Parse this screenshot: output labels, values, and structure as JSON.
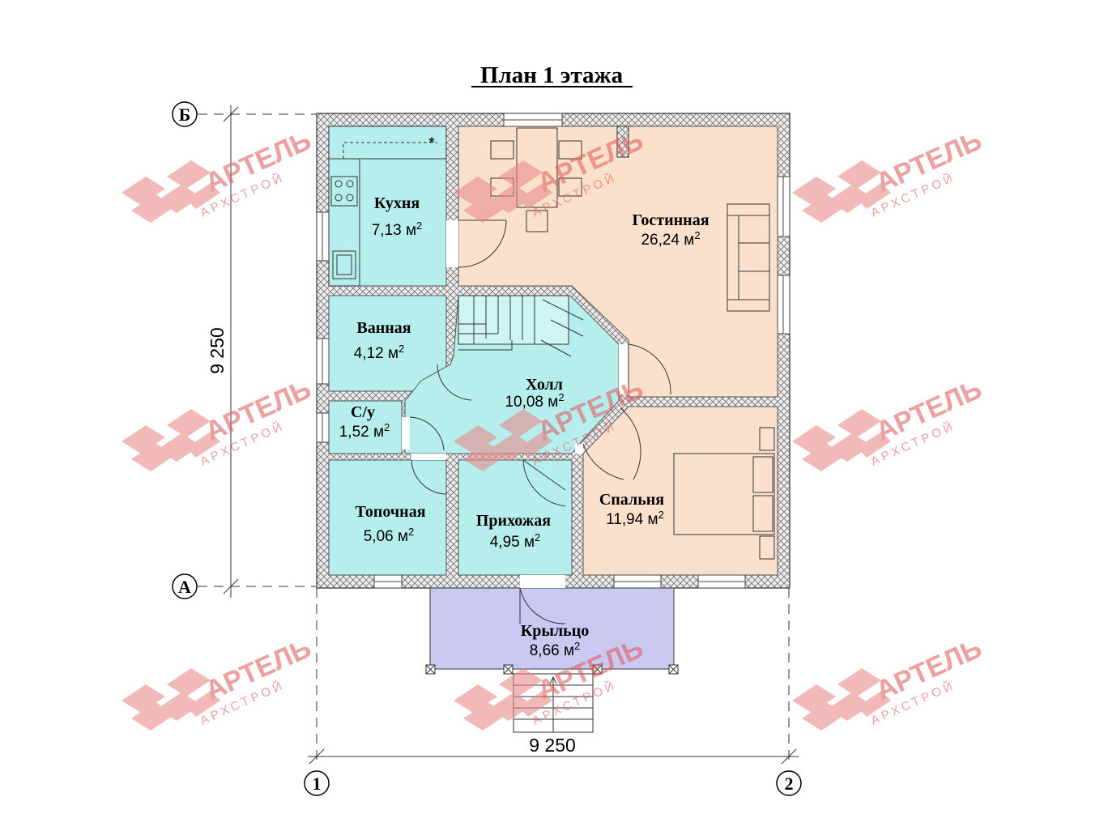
{
  "title": "План 1 этажа",
  "dimensions": {
    "vertical": "9 250",
    "horizontal": "9 250"
  },
  "axes": {
    "top": "Б",
    "bottom": "А",
    "left": "1",
    "right": "2"
  },
  "rooms": {
    "kitchen": {
      "name": "Кухня",
      "area": "7,13 м",
      "sup": "2"
    },
    "living": {
      "name": "Гостинная",
      "area": "26,24 м",
      "sup": "2"
    },
    "bath": {
      "name": "Ванная",
      "area": "4,12 м",
      "sup": "2"
    },
    "hall": {
      "name": "Холл",
      "area": "10,08 м",
      "sup": "2"
    },
    "wc": {
      "name": "С/у",
      "area": "1,52 м",
      "sup": "2"
    },
    "bedroom": {
      "name": "Спальня",
      "area": "11,94 м",
      "sup": "2"
    },
    "boiler": {
      "name": "Топочная",
      "area": "5,06 м",
      "sup": "2"
    },
    "entry": {
      "name": "Прихожая",
      "area": "4,95 м",
      "sup": "2"
    },
    "porch": {
      "name": "Крыльцо",
      "area": "8,66 м",
      "sup": "2"
    }
  },
  "watermark": {
    "main": "АРТЕЛЬ",
    "sub": "АРХСТРОЙ"
  },
  "colors": {
    "wet_rooms": "#b6eeee",
    "dry_rooms": "#fbe1cc",
    "porch": "#c9c9f2",
    "wall": "#e8e8e8",
    "watermark": "#e06262"
  }
}
